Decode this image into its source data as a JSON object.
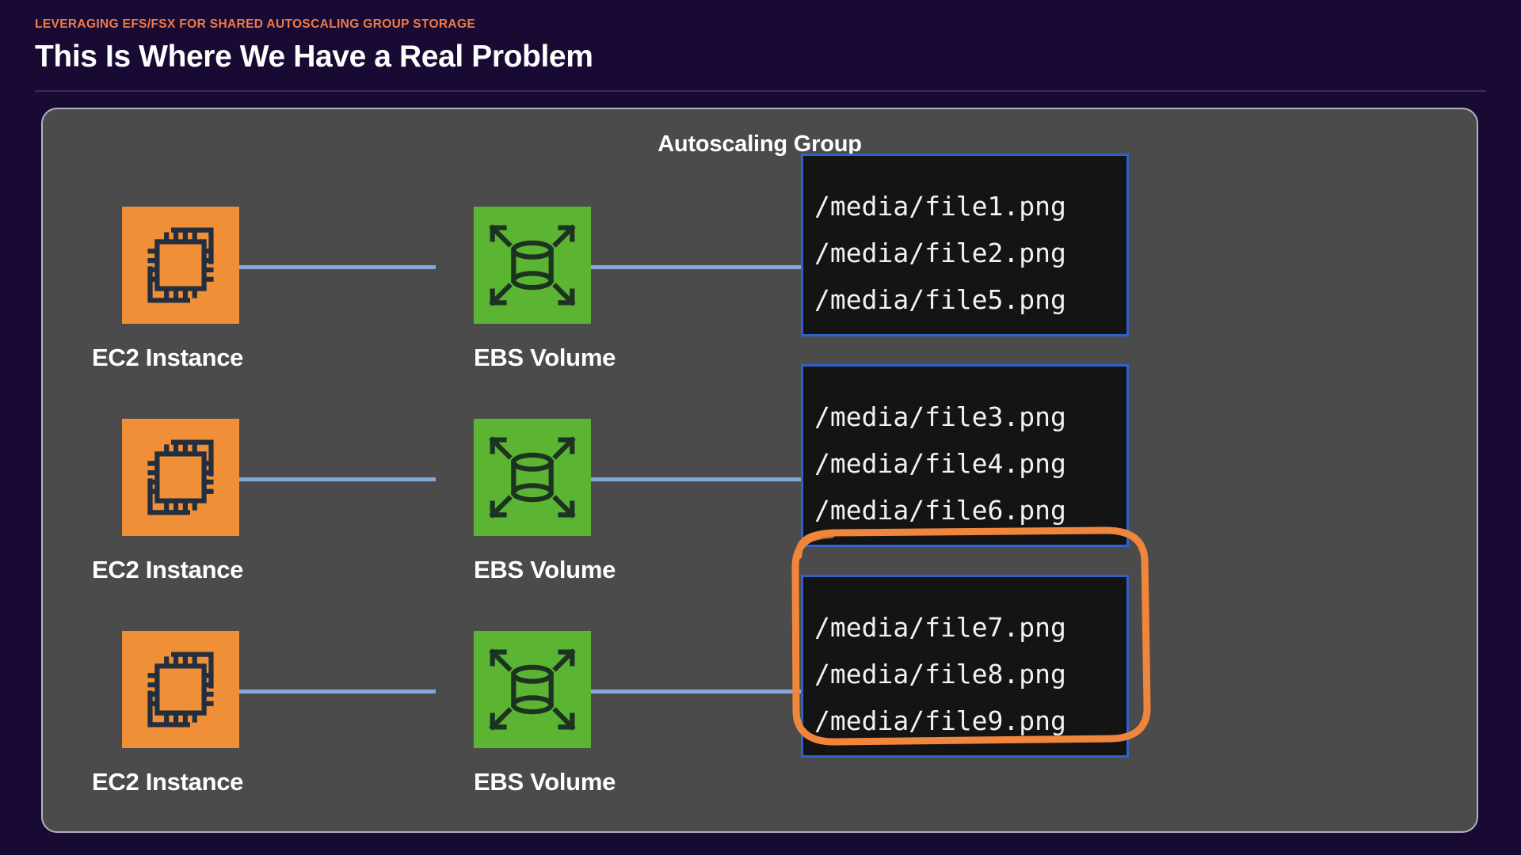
{
  "header": {
    "eyebrow": "LEVERAGING EFS/FSX FOR SHARED AUTOSCALING GROUP STORAGE",
    "title": "This Is Where We Have a Real Problem"
  },
  "panel": {
    "title": "Autoscaling Group"
  },
  "colors": {
    "background": "#190a33",
    "eyebrow": "#ef7b4a",
    "panel_fill": "#4b4b4b",
    "panel_border": "#b3b1c3",
    "ec2_tile": "#ef8f38",
    "ebs_tile": "#5cb532",
    "icon_stroke": "#232f3e",
    "connector": "#83a9d8",
    "terminal_bg": "#141414",
    "terminal_border": "#2f63cb",
    "terminal_text": "#f2f2f2",
    "annotation": "#f0853c",
    "divider": "#3b2a60"
  },
  "rows": [
    {
      "compute": {
        "label": "EC2 Instance",
        "icon": "ec2-instance-icon"
      },
      "storage": {
        "label": "EBS Volume",
        "icon": "ebs-volume-icon"
      },
      "files": [
        "/media/file1.png",
        "/media/file2.png",
        "/media/file5.png"
      ]
    },
    {
      "compute": {
        "label": "EC2 Instance",
        "icon": "ec2-instance-icon"
      },
      "storage": {
        "label": "EBS Volume",
        "icon": "ebs-volume-icon"
      },
      "files": [
        "/media/file3.png",
        "/media/file4.png",
        "/media/file6.png"
      ]
    },
    {
      "compute": {
        "label": "EC2 Instance",
        "icon": "ec2-instance-icon"
      },
      "storage": {
        "label": "EBS Volume",
        "icon": "ebs-volume-icon"
      },
      "files": [
        "/media/file7.png",
        "/media/file8.png",
        "/media/file9.png"
      ]
    }
  ],
  "annotation": {
    "shape": "hand-drawn-rounded-rectangle",
    "meaning": "highlights that files are split across separate EBS volumes"
  }
}
